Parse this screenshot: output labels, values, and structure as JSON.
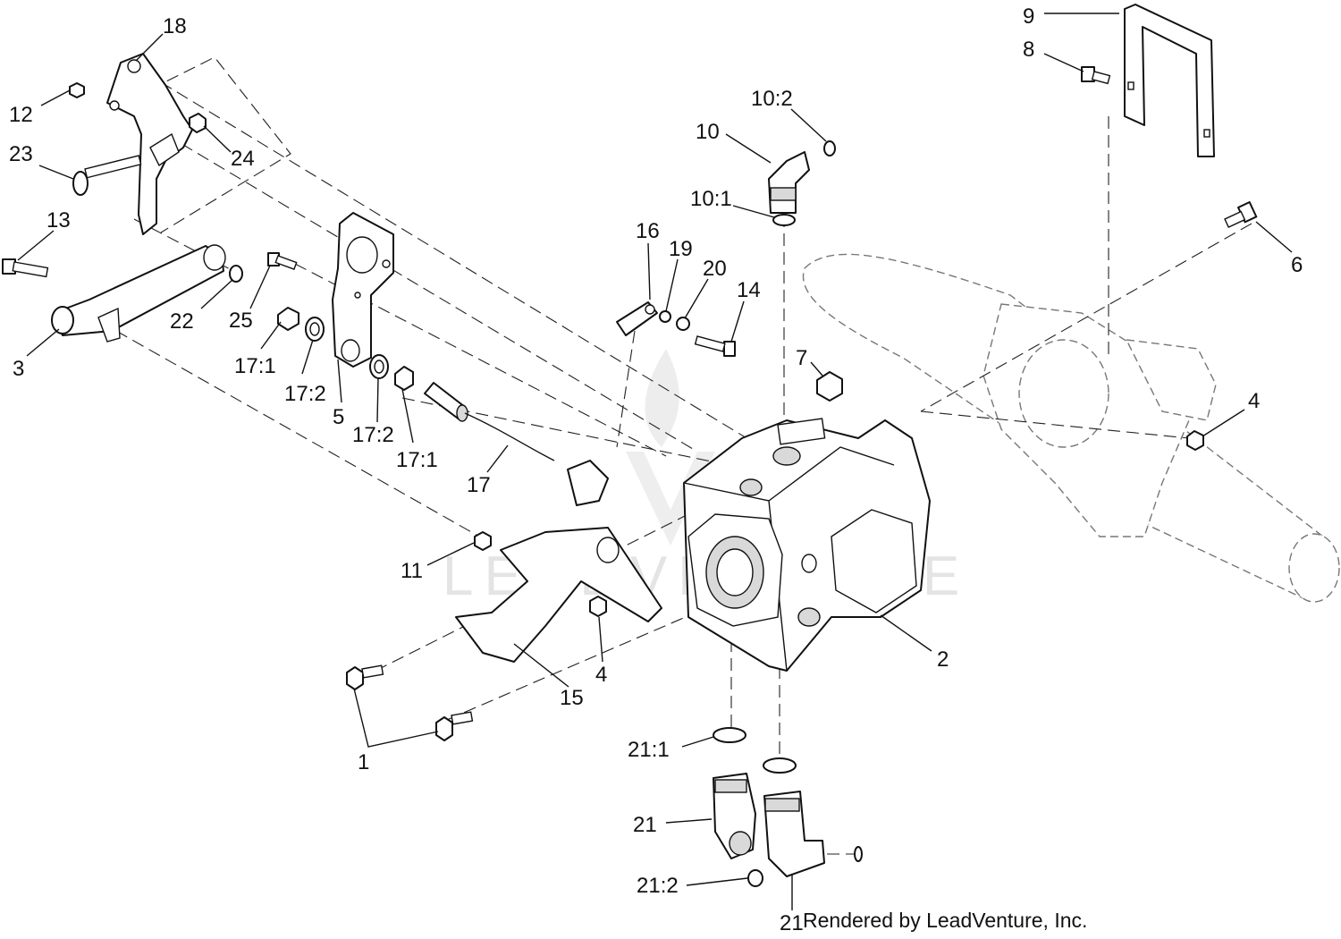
{
  "watermark": "LEADVENTURE",
  "credit": "Rendered by LeadVenture, Inc.",
  "callouts": [
    {
      "label": "18"
    },
    {
      "label": "12"
    },
    {
      "label": "24"
    },
    {
      "label": "23"
    },
    {
      "label": "13"
    },
    {
      "label": "22"
    },
    {
      "label": "3"
    },
    {
      "label": "25"
    },
    {
      "label": "17:1"
    },
    {
      "label": "17:2"
    },
    {
      "label": "5"
    },
    {
      "label": "17:2"
    },
    {
      "label": "17:1"
    },
    {
      "label": "17"
    },
    {
      "label": "16"
    },
    {
      "label": "19"
    },
    {
      "label": "20"
    },
    {
      "label": "14"
    },
    {
      "label": "10:2"
    },
    {
      "label": "10"
    },
    {
      "label": "10:1"
    },
    {
      "label": "9"
    },
    {
      "label": "8"
    },
    {
      "label": "6"
    },
    {
      "label": "7"
    },
    {
      "label": "4"
    },
    {
      "label": "11"
    },
    {
      "label": "4"
    },
    {
      "label": "15"
    },
    {
      "label": "1"
    },
    {
      "label": "2"
    },
    {
      "label": "21:1"
    },
    {
      "label": "21"
    },
    {
      "label": "21:2"
    },
    {
      "label": "21"
    }
  ]
}
